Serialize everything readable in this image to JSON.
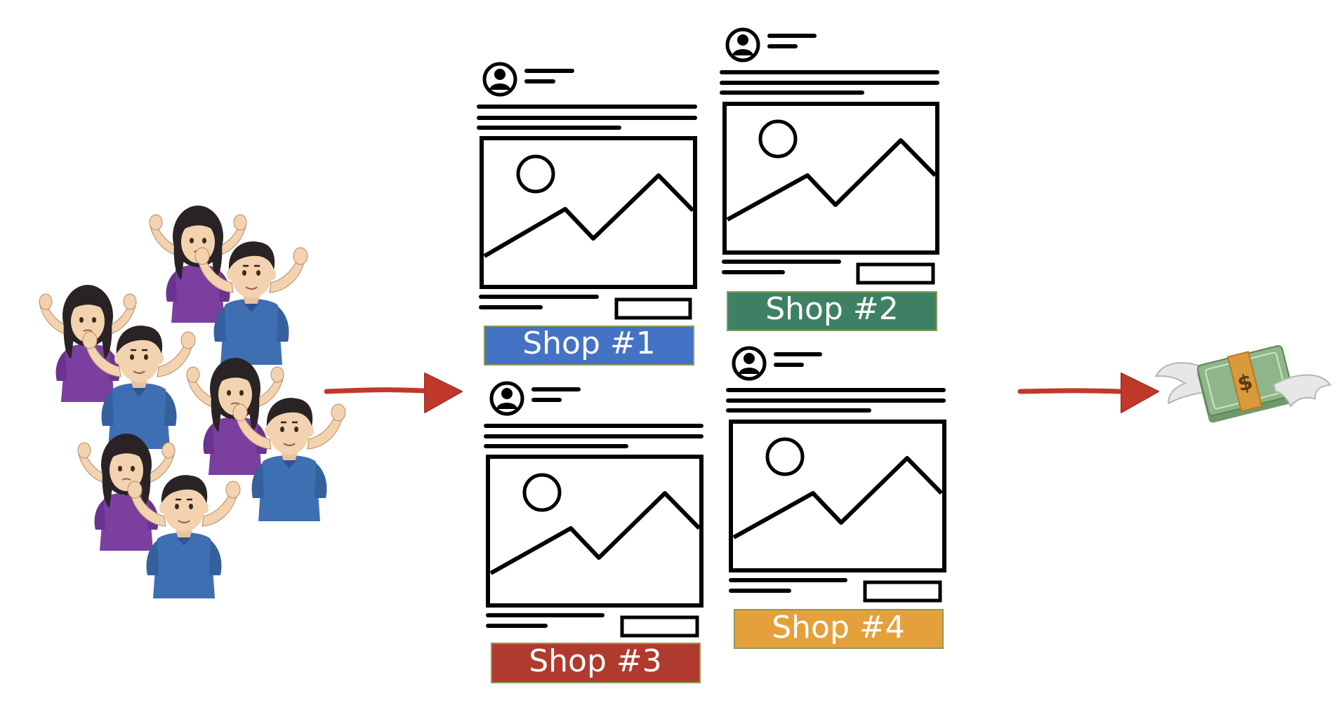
{
  "shops": [
    {
      "label": "Shop #1",
      "color": "#4472c4"
    },
    {
      "label": "Shop #2",
      "color": "#3e8063"
    },
    {
      "label": "Shop #3",
      "color": "#b03a2e"
    },
    {
      "label": "Shop #4",
      "color": "#e5a03c"
    }
  ],
  "colors": {
    "arrow": "#c0392b",
    "label_border": "#8a9a5b",
    "wireframe": "#000000",
    "shirt_blue": "#3f6fb3",
    "shirt_purple": "#7b3fa0",
    "hair_dark": "#2a2326",
    "skin": "#f3d2b0",
    "money_green": "#8fb58a",
    "money_band": "#d89a3c"
  },
  "icons": {
    "people": "shrugging-people-icon",
    "profile": "profile-avatar-icon",
    "image": "image-placeholder-icon",
    "money": "money-with-wings-icon"
  }
}
